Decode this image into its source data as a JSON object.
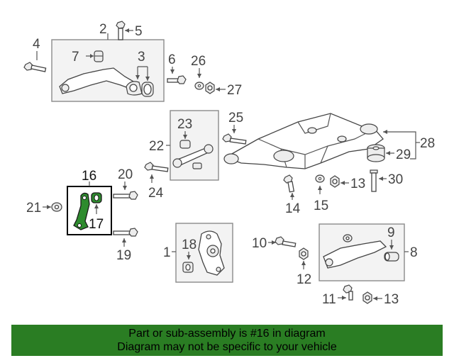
{
  "callouts": {
    "c1": "1",
    "c2": "2",
    "c3": "3",
    "c4": "4",
    "c5": "5",
    "c6": "6",
    "c7": "7",
    "c8": "8",
    "c9": "9",
    "c10": "10",
    "c11": "11",
    "c12": "12",
    "c13a": "13",
    "c13b": "13",
    "c14": "14",
    "c15": "15",
    "c16": "16",
    "c17": "17",
    "c18": "18",
    "c19": "19",
    "c20": "20",
    "c21": "21",
    "c22": "22",
    "c23": "23",
    "c24": "24",
    "c25": "25",
    "c26": "26",
    "c27": "27",
    "c28": "28",
    "c29": "29",
    "c30": "30"
  },
  "highlighted_part": "16",
  "colors": {
    "highlight": "#2e8b2e",
    "banner": "#2a7d23"
  },
  "banner": {
    "line1": "Part or sub-assembly is #16 in diagram",
    "line2": "Diagram may not be specific to your vehicle"
  }
}
